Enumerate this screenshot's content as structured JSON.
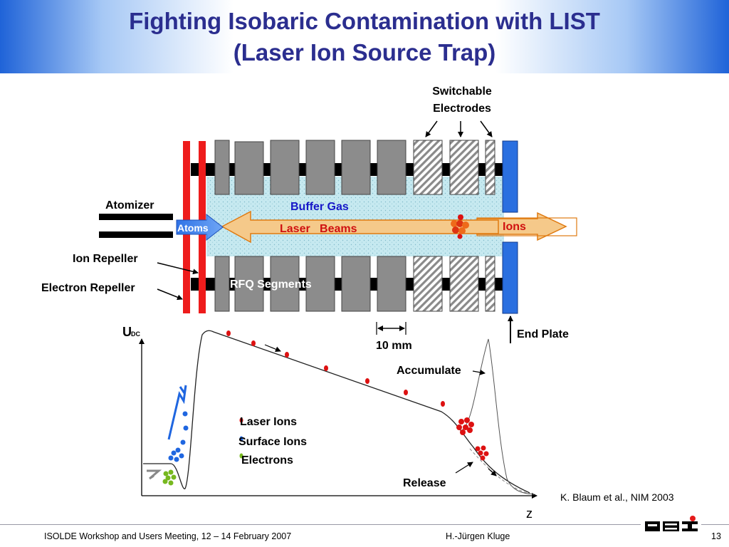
{
  "slide": {
    "title_line1": "Fighting Isobaric Contamination with LIST",
    "title_line2": "(Laser Ion Source Trap)",
    "footer_left": "ISOLDE Workshop and Users Meeting, 12 – 14  February 2007",
    "footer_center": "H.-Jürgen Kluge",
    "page_number": "13",
    "logo_text": "GSI"
  },
  "trap": {
    "switchable_line1": "Switchable",
    "switchable_line2": "Electrodes",
    "atomizer": "Atomizer",
    "buffer_gas": "Buffer Gas",
    "atoms": "Atoms",
    "laser_beams": "Laser   Beams",
    "ions": "Ions",
    "ion_repeller": "Ion Repeller",
    "electron_repeller": "Electron Repeller",
    "rfq_segments": "RFQ Segments",
    "end_plate": "End Plate",
    "scale": "10 mm"
  },
  "potential": {
    "y_label": "U",
    "y_label_sub": "DC",
    "x_label": "z",
    "accumulate": "Accumulate",
    "release": "Release",
    "legend": [
      "Laser Ions",
      "Surface Ions",
      "Electrons"
    ],
    "reference": "K. Blaum et al., NIM 2003"
  },
  "colors": {
    "title": "#2b2e8f",
    "header_edge": "#1f63d8",
    "electrode_gray": "#8c8c8c",
    "repeller_red": "#ee1c1c",
    "end_plate_blue": "#2a6fe0",
    "buffer_gas_fill": "#bfe6ee",
    "laser_fill": "#f5c98a",
    "laser_ion_red": "#dd1111",
    "surface_ion_blue": "#1f66e0",
    "electron_green": "#77b81f",
    "buffer_gas_text": "#1616c8"
  }
}
